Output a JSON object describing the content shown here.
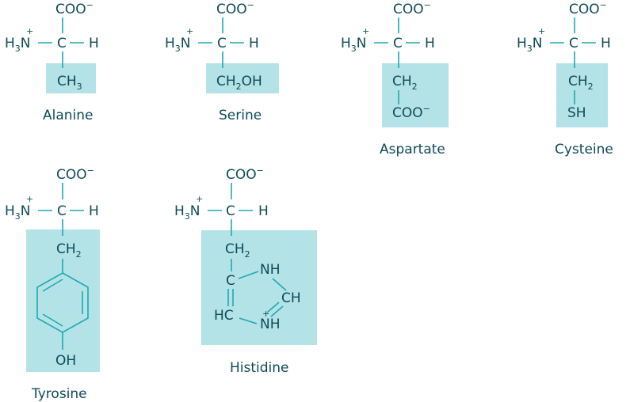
{
  "colors": {
    "text": "#0d4a5a",
    "bond": "#1fa9b3",
    "highlight": "#b3e3e7"
  },
  "common": {
    "carboxylate": "COO",
    "carboxylate_charge": "−",
    "amino_h": "H",
    "amino_sub": "3",
    "amino_n": "N",
    "amino_charge": "+",
    "alpha_c": "C",
    "alpha_h": "H"
  },
  "amino_acids": [
    {
      "name": "Alanine",
      "side_chain": {
        "ch3_c": "CH",
        "ch3_sub": "3"
      }
    },
    {
      "name": "Serine",
      "side_chain": {
        "c": "CH",
        "sub": "2",
        "oh": "OH"
      }
    },
    {
      "name": "Aspartate",
      "side_chain": {
        "ch2": "CH",
        "ch2_sub": "2",
        "coo": "COO",
        "coo_charge": "−"
      }
    },
    {
      "name": "Cysteine",
      "side_chain": {
        "ch2": "CH",
        "ch2_sub": "2",
        "sh": "SH"
      }
    },
    {
      "name": "Tyrosine",
      "side_chain": {
        "ch2": "CH",
        "ch2_sub": "2",
        "oh": "OH"
      }
    },
    {
      "name": "Histidine",
      "side_chain": {
        "ch2": "CH",
        "ch2_sub": "2",
        "c": "C",
        "nh1": "NH",
        "ch": "CH",
        "hc": "HC",
        "nh2": "NH",
        "nh2_charge": "+"
      }
    }
  ]
}
